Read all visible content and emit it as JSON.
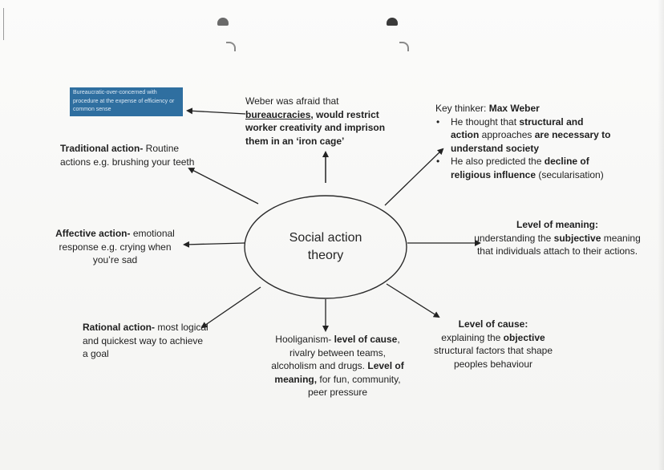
{
  "centre": {
    "line1": "Social action",
    "line2": "theory"
  },
  "blue_box": {
    "text": "Bureaucratic-over-concerned with procedure at the expense of efficiency or common sense"
  },
  "weber": {
    "intro": "Weber was afraid that",
    "underlined": "bureaucracies",
    "rest": ", would restrict worker creativity and imprison them in an ‘iron cage’"
  },
  "traditional": {
    "term": "Traditional action-",
    "desc": " Routine actions e.g. brushing your teeth"
  },
  "affective": {
    "term": "Affective action-",
    "desc": " emotional response e.g. crying when you’re sad"
  },
  "rational": {
    "term": "Rational action-",
    "desc": " most logical and quickest way to achieve a goal"
  },
  "hooliganism": {
    "p1": "Hooliganism- ",
    "b1": "level of cause",
    "p2": ", rivalry between teams, alcoholism and drugs. ",
    "b2": "Level of meaning,",
    "p3": " for fun, community, peer pressure"
  },
  "level_cause": {
    "heading": "Level of cause:",
    "p1": "explaining the ",
    "b1": "objective",
    "p2": " structural factors that shape peoples behaviour"
  },
  "level_meaning": {
    "heading": "Level of meaning:",
    "p1": "understanding the ",
    "b1": "subjective",
    "p2": " meaning that individuals attach to their actions."
  },
  "key_thinker": {
    "label": "Key thinker: ",
    "name": "Max Weber",
    "bullet1_p1": "He thought that ",
    "bullet1_b1": "structural and action",
    "bullet1_p2": " approaches ",
    "bullet1_b2": "are necessary to understand society",
    "bullet2_p1": "He also predicted the ",
    "bullet2_b1": "decline of religious influence",
    "bullet2_p2": " (secularisation)"
  },
  "colors": {
    "paper": "#f7f7f5",
    "ink": "#1e1e1e",
    "box_blue": "#2f6fa0"
  }
}
